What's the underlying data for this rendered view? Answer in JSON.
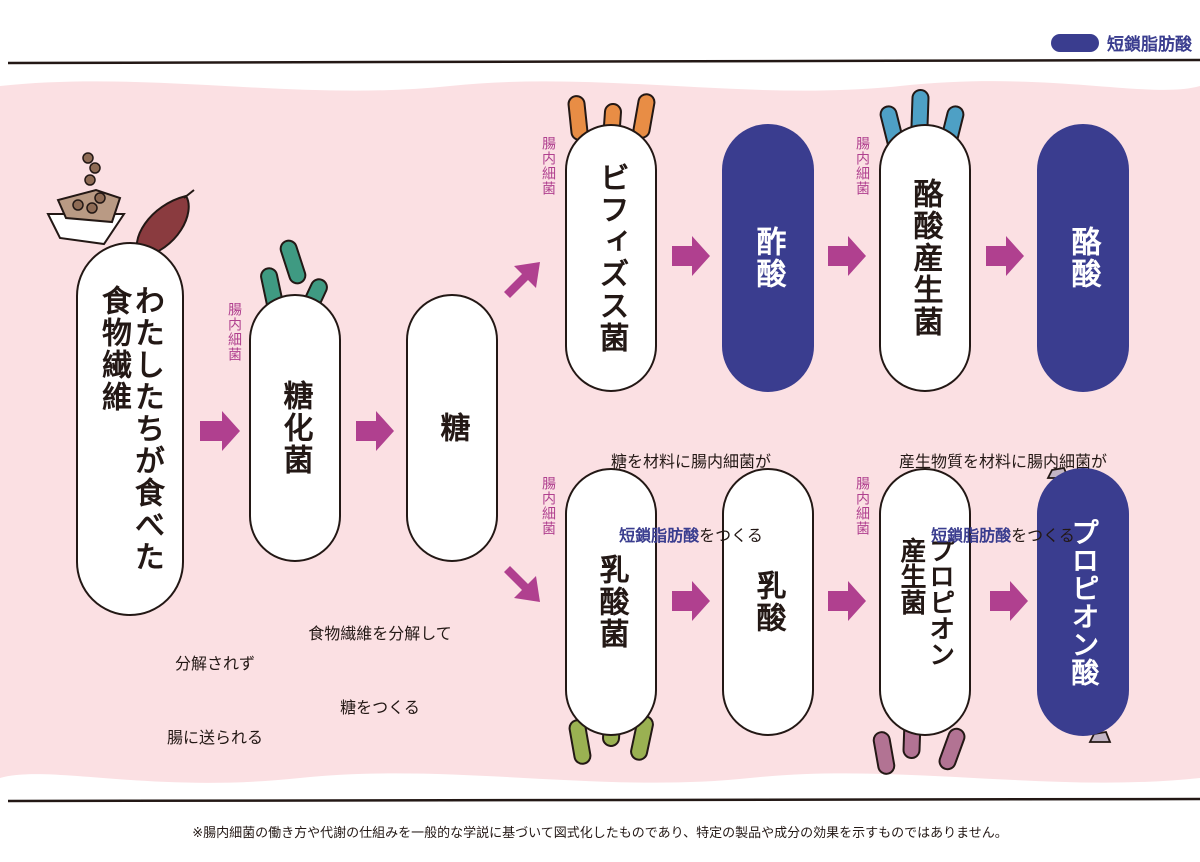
{
  "legend": {
    "label": "短鎖脂肪酸",
    "color": "#3a3d8f"
  },
  "colors": {
    "background_band": "#fbe0e3",
    "scfa": "#3a3d8f",
    "arrow": "#b0408f",
    "accent_text": "#b0408f"
  },
  "steps": {
    "fiber": "わたしたちが食べた\n食物繊維",
    "saccharolytic": "糖化菌",
    "sugar": "糖",
    "bifido": "ビフィズス菌",
    "acetic": "酢酸",
    "butyrate_producer": "酪酸産生菌",
    "butyric": "酪酸",
    "lactic_bacteria": "乳酸菌",
    "lactic": "乳酸",
    "propionate_producer": "プロピオン\n産生菌",
    "propionic": "プロピオン酸"
  },
  "tags": {
    "gut_bacteria": "腸内細菌"
  },
  "captions": {
    "fiber_line1": "分解されず",
    "fiber_line2": "腸に送られる",
    "sugar_line1": "食物繊維を分解して",
    "sugar_line2": "糖をつくる",
    "acetic_line1": "糖を材料に腸内細菌が",
    "acetic_hl": "短鎖脂肪酸",
    "acetic_tail": "をつくる",
    "butyric_line1": "産生物質を材料に腸内細菌が",
    "butyric_hl": "短鎖脂肪酸",
    "butyric_tail": "をつくる"
  },
  "footnote": "※腸内細菌の働き方や代謝の仕組みを一般的な学説に基づいて図式化したものであり、特定の製品や成分の効果を示すものではありません。"
}
